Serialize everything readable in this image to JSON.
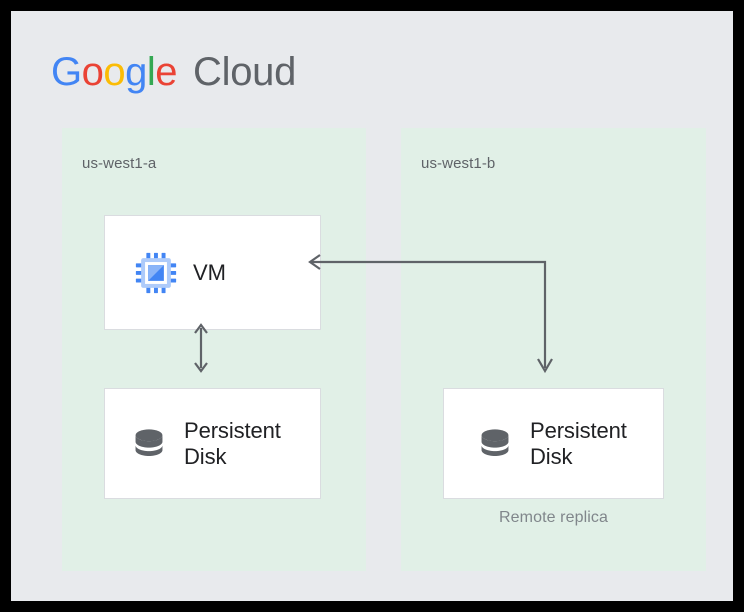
{
  "brand": {
    "name": "Google Cloud",
    "google_letters": [
      "G",
      "o",
      "o",
      "g",
      "l",
      "e"
    ],
    "cloud_word": "Cloud",
    "colors": {
      "blue": "#4285F4",
      "red": "#EA4335",
      "yellow": "#FBBC05",
      "green": "#34A853",
      "grey": "#5F6368"
    }
  },
  "diagram": {
    "background": "#E8EAED",
    "zone_fill": "#E1F0E7",
    "card_fill": "#FFFFFF",
    "card_border": "#DADCE0",
    "arrow_color": "#5F6368",
    "zones": [
      {
        "id": "zone-a",
        "label": "us-west1-a",
        "nodes": [
          {
            "id": "vm",
            "label": "VM",
            "icon": "cpu-chip-icon"
          },
          {
            "id": "persistent-disk-a",
            "label_line1": "Persistent",
            "label_line2": "Disk",
            "icon": "database-disk-icon"
          }
        ]
      },
      {
        "id": "zone-b",
        "label": "us-west1-b",
        "nodes": [
          {
            "id": "persistent-disk-b",
            "label_line1": "Persistent",
            "label_line2": "Disk",
            "icon": "database-disk-icon",
            "caption": "Remote replica"
          }
        ]
      }
    ],
    "connections": [
      {
        "id": "vm-to-disk-a",
        "from": "vm",
        "to": "persistent-disk-a",
        "style": "bidirectional-vertical"
      },
      {
        "id": "replica-to-vm",
        "from": "persistent-disk-b",
        "to": "vm",
        "style": "elbow-unidirectional"
      }
    ]
  }
}
